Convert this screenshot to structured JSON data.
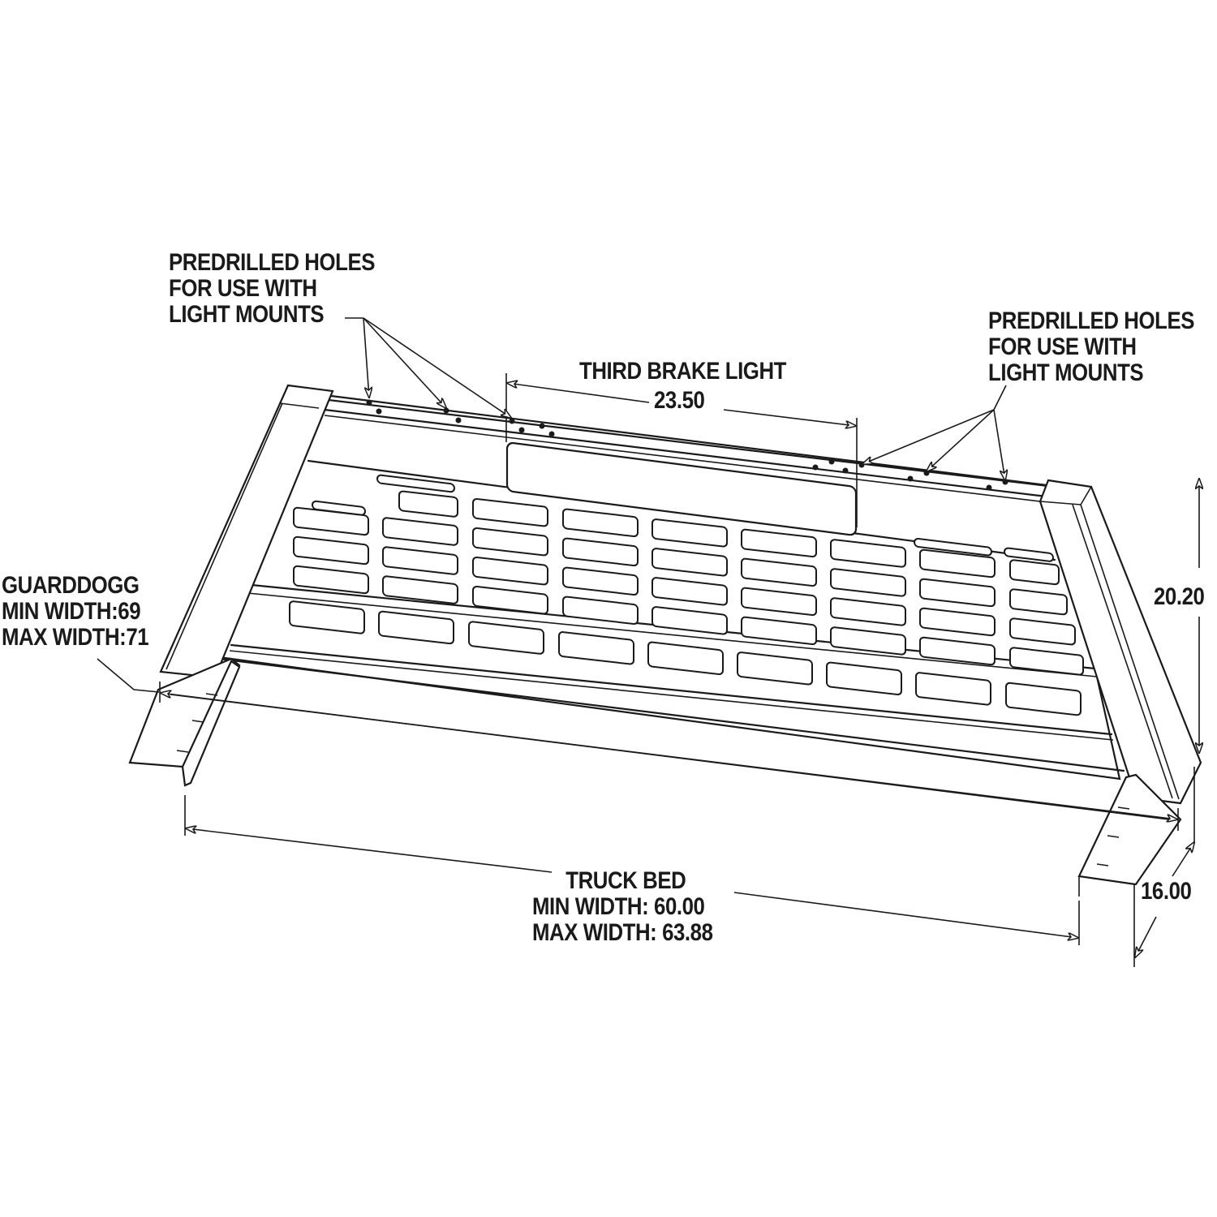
{
  "title": "Headache rack dimensional drawing",
  "labels": {
    "holes_left": [
      "PREDRILLED HOLES",
      "FOR USE WITH",
      "LIGHT MOUNTS"
    ],
    "holes_right": [
      "PREDRILLED HOLES",
      "FOR USE WITH",
      "LIGHT MOUNTS"
    ],
    "brake_light": {
      "title": "THIRD BRAKE LIGHT",
      "dimension": "23.50"
    },
    "guarddogg": [
      "GUARDDOGG",
      "MIN WIDTH:69",
      "MAX WIDTH:71"
    ],
    "truck_bed": [
      "TRUCK BED",
      "MIN WIDTH: 60.00",
      "MAX WIDTH: 63.88"
    ],
    "height_dimension": "20.20",
    "depth_dimension": "16.00"
  },
  "colors": {
    "line": "#1a1a1a",
    "background": "#ffffff"
  }
}
